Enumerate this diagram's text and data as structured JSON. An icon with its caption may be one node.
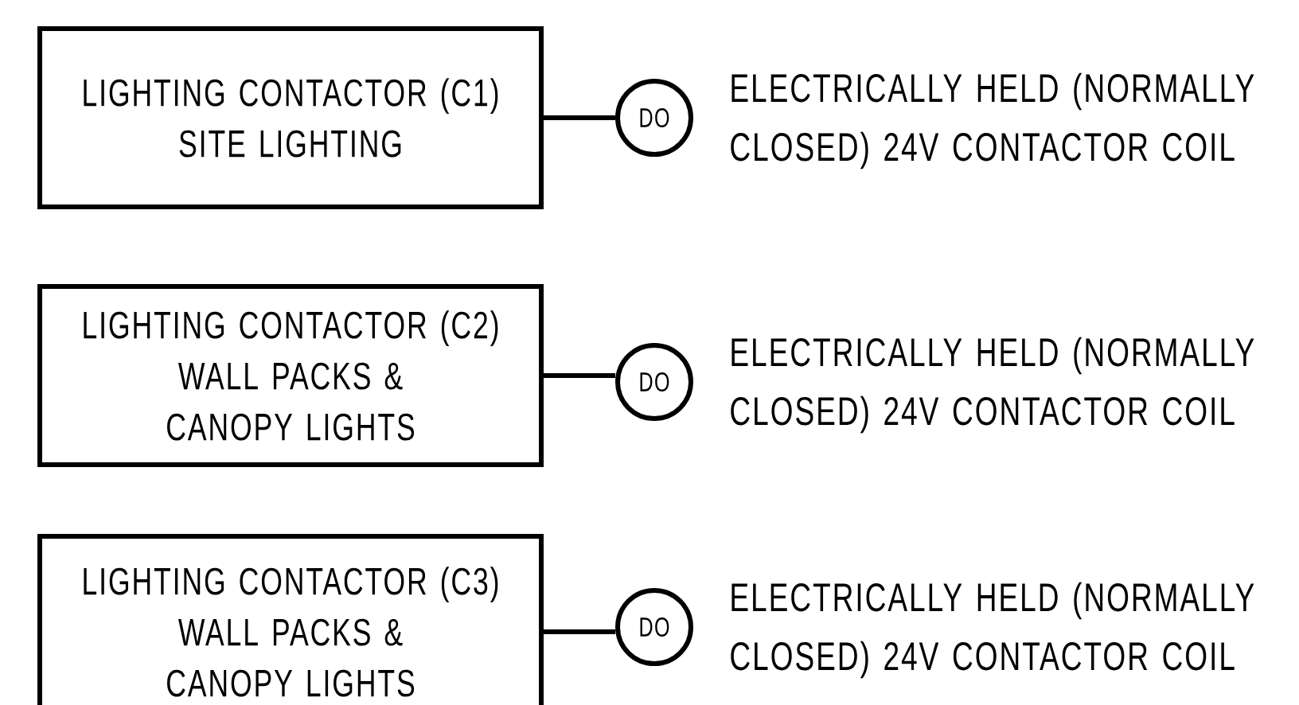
{
  "diagram": {
    "nodes": [
      {
        "text": [
          "LIGHTING CONTACTOR (C1)",
          "SITE LIGHTING"
        ]
      },
      {
        "text": [
          "DO"
        ],
        "beside": [
          "ELECTRICALLY HELD (NORMALLY CLOSED) 24V CONTACTOR COIL"
        ]
      },
      {
        "text": [
          "LIGHTING CONTACTOR (C2)",
          "WALL PACKS & CANOPY LIGHTS"
        ]
      },
      {
        "text": [
          "DO"
        ],
        "beside": [
          "ELECTRICALLY HELD (NORMALLY CLOSED) 24V CONTACTOR COIL"
        ]
      },
      {
        "text": [
          "LIGHTING CONTACTOR (C3)",
          "WALL PACKS & CANOPY LIGHTS"
        ]
      },
      {
        "text": [
          "DO"
        ],
        "beside": [
          "ELECTRICALLY HELD (NORMALLY CLOSED) 24V CONTACTOR COIL"
        ]
      }
    ],
    "edges": [
      {
        "from": 0,
        "to": 1,
        "arrow": "none"
      },
      {
        "from": 2,
        "to": 3,
        "arrow": "none"
      },
      {
        "from": 4,
        "to": 5,
        "arrow": "none"
      }
    ]
  }
}
